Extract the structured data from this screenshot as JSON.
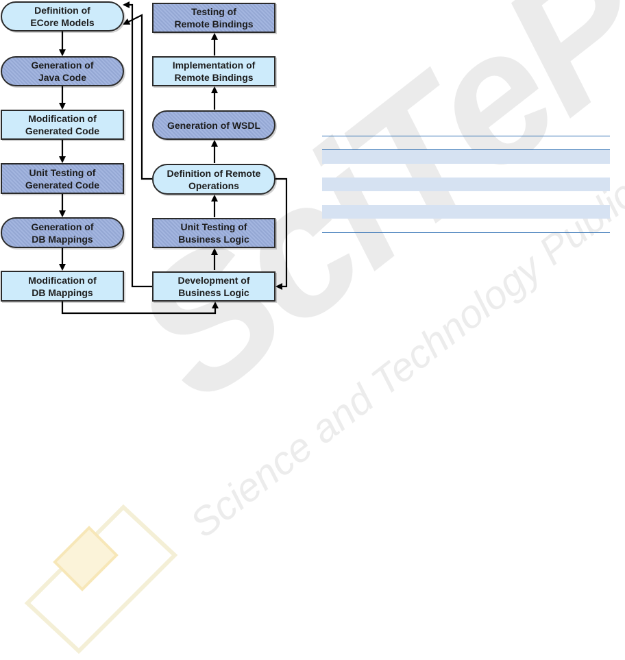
{
  "diagram": {
    "nodes": [
      {
        "id": "n1",
        "label": "Definition of\nECore Models"
      },
      {
        "id": "n2",
        "label": "Generation of\nJava Code"
      },
      {
        "id": "n3",
        "label": "Modification of\nGenerated Code"
      },
      {
        "id": "n4",
        "label": "Unit Testing of\nGenerated Code"
      },
      {
        "id": "n5",
        "label": "Generation of\nDB Mappings"
      },
      {
        "id": "n6",
        "label": "Modification of\nDB Mappings"
      },
      {
        "id": "n7",
        "label": "Development of\nBusiness Logic"
      },
      {
        "id": "n8",
        "label": "Unit Testing of\nBusiness Logic"
      },
      {
        "id": "n9",
        "label": "Definition of Remote\nOperations"
      },
      {
        "id": "n10",
        "label": "Generation of WSDL"
      },
      {
        "id": "n11",
        "label": "Implementation of\nRemote Bindings"
      },
      {
        "id": "n12",
        "label": "Testing of\nRemote Bindings"
      }
    ]
  },
  "colors": {
    "light_fill": "#cdebfb",
    "dark_fill": "#9aaedc",
    "stroke": "#2a2a2a",
    "table_rule": "#2f6fb3",
    "table_band": "#d6e2f2"
  },
  "watermark": {
    "brand": "SciTePress",
    "tagline": "Science and Technology Publications"
  }
}
